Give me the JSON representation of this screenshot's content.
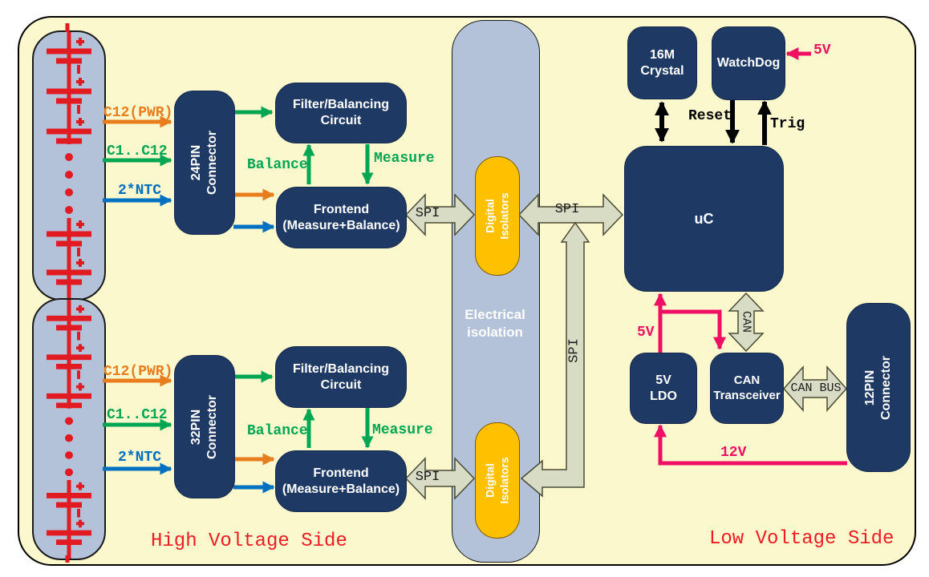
{
  "titles": {
    "high_side": "High Voltage Side",
    "low_side": "Low Voltage Side"
  },
  "hv1": {
    "connector_l1": "24PIN",
    "connector_l2": "Connector",
    "filter_l1": "Filter/Balancing",
    "filter_l2": "Circuit",
    "frontend_l1": "Frontend",
    "frontend_l2": "(Measure+Balance)",
    "sig_c12pwr": "C12(PWR)",
    "sig_c1c12": "C1..C12",
    "sig_ntc": "2*NTC",
    "lbl_balance": "Balance",
    "lbl_measure": "Measure",
    "lbl_spi": "SPI"
  },
  "hv2": {
    "connector_l1": "32PIN",
    "connector_l2": "Connector",
    "filter_l1": "Filter/Balancing",
    "filter_l2": "Circuit",
    "frontend_l1": "Frontend",
    "frontend_l2": "(Measure+Balance)",
    "sig_c12pwr": "C12(PWR)",
    "sig_c1c12": "C1..C12",
    "sig_ntc": "2*NTC",
    "lbl_balance": "Balance",
    "lbl_measure": "Measure",
    "lbl_spi": "SPI"
  },
  "isolation": {
    "strip_l1": "Electrical",
    "strip_l2": "isolation",
    "iso_top_l1": "Digital",
    "iso_top_l2": "Isolators",
    "iso_bottom_l1": "Digital",
    "iso_bottom_l2": "Isolators",
    "spi_to_uc": "SPI",
    "spi_vertical": "SPI"
  },
  "lv": {
    "crystal_l1": "16M",
    "crystal_l2": "Crystal",
    "watchdog": "WatchDog",
    "uc": "uC",
    "ldo_l1": "5V",
    "ldo_l2": "LDO",
    "canx_l1": "CAN",
    "canx_l2": "Transceiver",
    "connector_l1": "12PIN",
    "connector_l2": "Connector",
    "reset": "Reset",
    "trig": "Trig",
    "v5_watchdog": "5V",
    "v5_ldo": "5V",
    "v12": "12V",
    "can": "CAN",
    "can_bus": "CAN BUS"
  },
  "colors": {
    "canvas_bg": "#FBF8CE",
    "block_navy": "#1E3A64",
    "isolation_strip": "#B3C1D9",
    "digital_isolator": "#FFC000",
    "bus_arrow_fill": "#D9DCC5",
    "green_signal": "#00A651",
    "orange_signal": "#E87D1E",
    "blue_signal": "#0070C0",
    "pink_power": "#EF1063",
    "battery_red": "#E21B23",
    "title_red": "#ED1C24"
  }
}
